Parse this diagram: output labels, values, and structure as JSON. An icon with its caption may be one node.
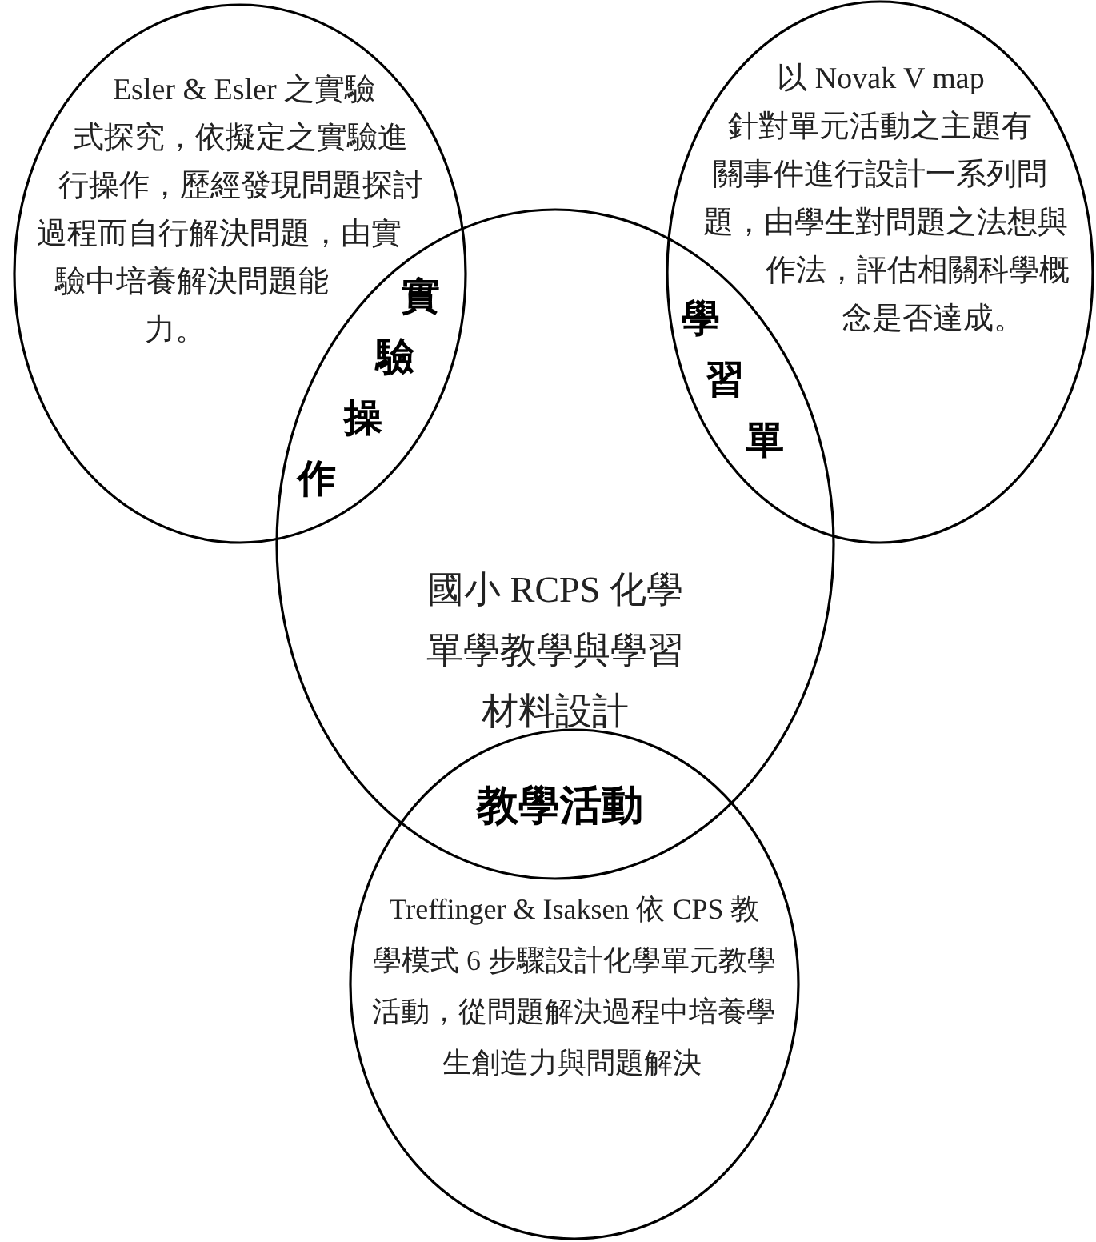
{
  "diagram": {
    "nodes": [
      {
        "text": [
          "Esler & Esler 之實驗式探究，依擬定之實驗進行操作，歷經發現問題探討過程而自行解決問題，由實驗中培養解決問題能力。"
        ]
      },
      {
        "text": [
          "以 Novak V map 針對單元活動之主題有關事件進行設計一系列問題，由學生對問題之法想與作法，評估相關科學概念是否達成。"
        ]
      },
      {
        "text": [
          "國小 RCPS 化學單學教學與學習材料設計"
        ]
      },
      {
        "text": [
          "Treffinger & Isaksen 依 CPS 教學模式 6 步驟設計化學單元教學活動，從問題解決過程中培養學生創造力與問題解決"
        ]
      }
    ],
    "labels": [
      "實驗操作",
      "學習單",
      "教學活動"
    ]
  }
}
